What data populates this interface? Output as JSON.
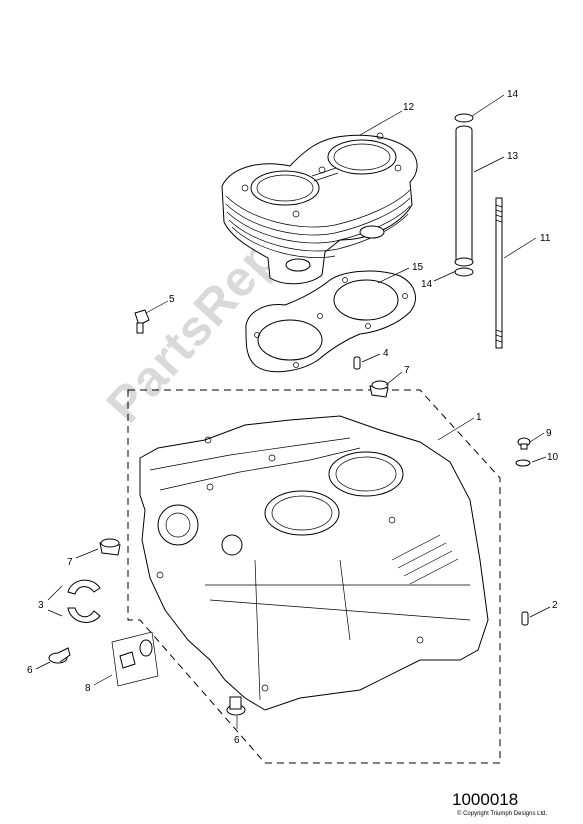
{
  "title": "",
  "watermark": "PartsRepublik",
  "drawing_number": "1000018",
  "copyright": "© Copyright Triumph Designs Ltd.",
  "callouts": {
    "c1": "1",
    "c2": "2",
    "c3": "3",
    "c4": "4",
    "c5": "5",
    "c6a": "6",
    "c6b": "6",
    "c7a": "7",
    "c7b": "7",
    "c8": "8",
    "c9": "9",
    "c10": "10",
    "c11": "11",
    "c12": "12",
    "c13": "13",
    "c14a": "14",
    "c14b": "14",
    "c15": "15"
  }
}
